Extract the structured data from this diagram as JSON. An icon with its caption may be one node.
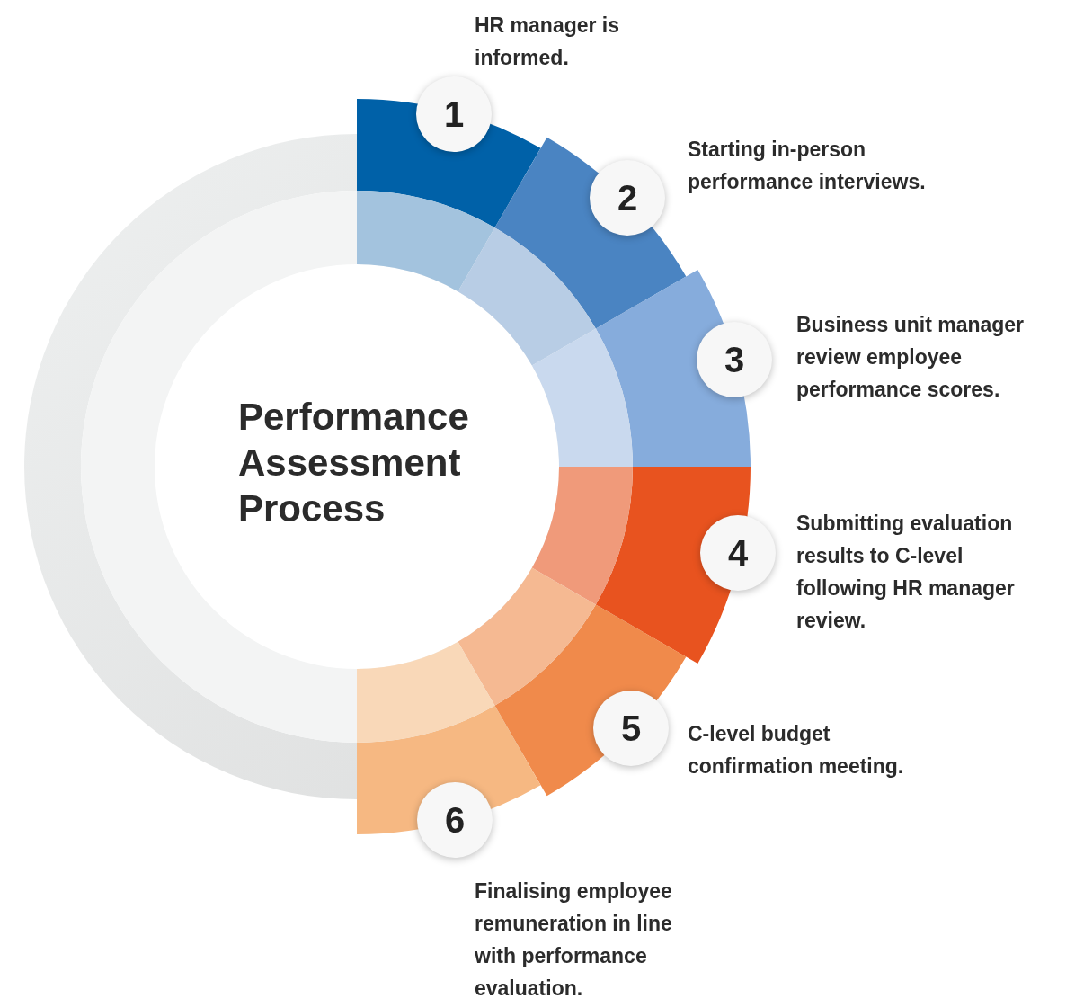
{
  "diagram": {
    "title": "Performance Assessment Process",
    "nodes": [
      {
        "text": [
          "1"
        ],
        "beside": [
          "HR manager is informed."
        ]
      },
      {
        "text": [
          "2"
        ],
        "beside": [
          "Starting in-person performance interviews."
        ]
      },
      {
        "text": [
          "3"
        ],
        "beside": [
          "Business unit manager review employee performance scores."
        ]
      },
      {
        "text": [
          "4"
        ],
        "beside": [
          "Submitting evaluation results to C-level following HR manager review."
        ]
      },
      {
        "text": [
          "5"
        ],
        "beside": [
          "C-level budget confirmation meeting."
        ]
      },
      {
        "text": [
          "6"
        ],
        "beside": [
          "Finalising employee remuneration in line with performance evaluation."
        ]
      }
    ]
  }
}
